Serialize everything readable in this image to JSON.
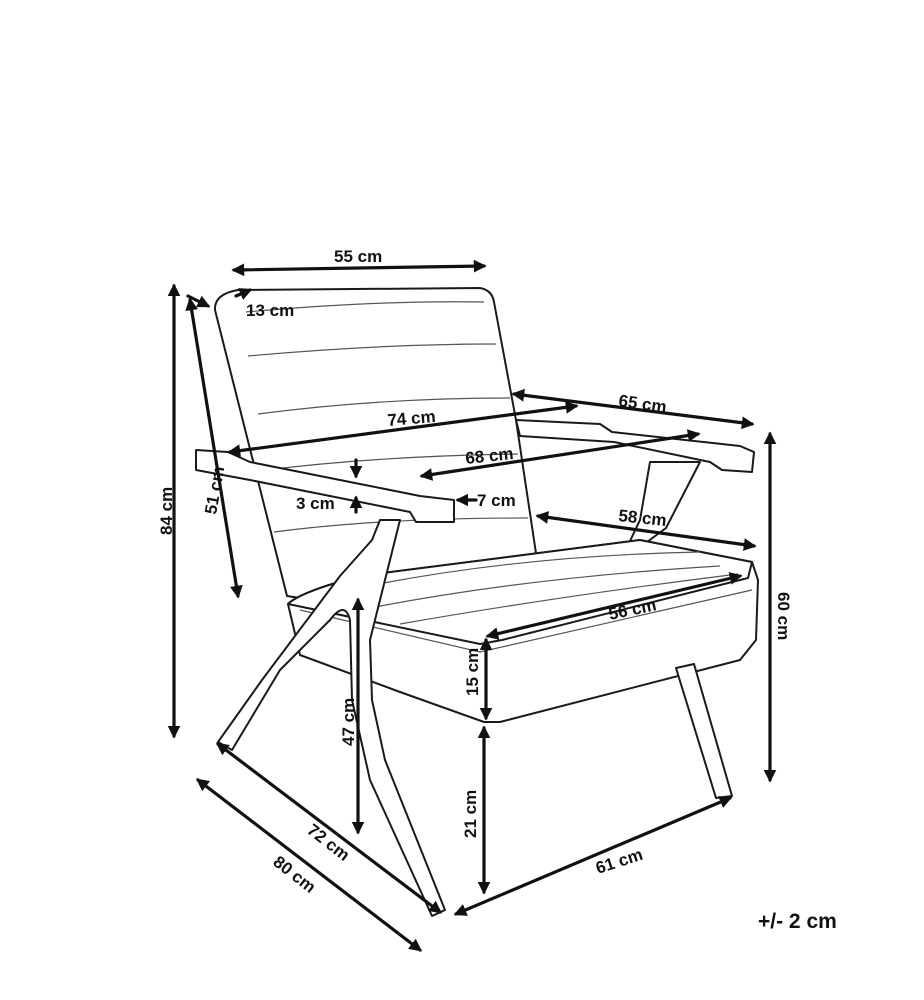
{
  "dimensions": {
    "backrest_width": "55 cm",
    "backrest_depth": "13 cm",
    "total_height": "84 cm",
    "backrest_height": "51 cm",
    "width_between_arms": "74 cm",
    "armrest_length": "65 cm",
    "total_width_arms": "68 cm",
    "armrest_height": "3 cm",
    "armrest_width": "7 cm",
    "seat_width": "58 cm",
    "seat_depth": "56 cm",
    "arm_height": "60 cm",
    "cushion_thickness": "15 cm",
    "seat_height": "47 cm",
    "clearance_height": "21 cm",
    "base_depth": "72 cm",
    "total_depth": "80 cm",
    "base_width": "61 cm"
  },
  "tolerance": "+/- 2 cm"
}
